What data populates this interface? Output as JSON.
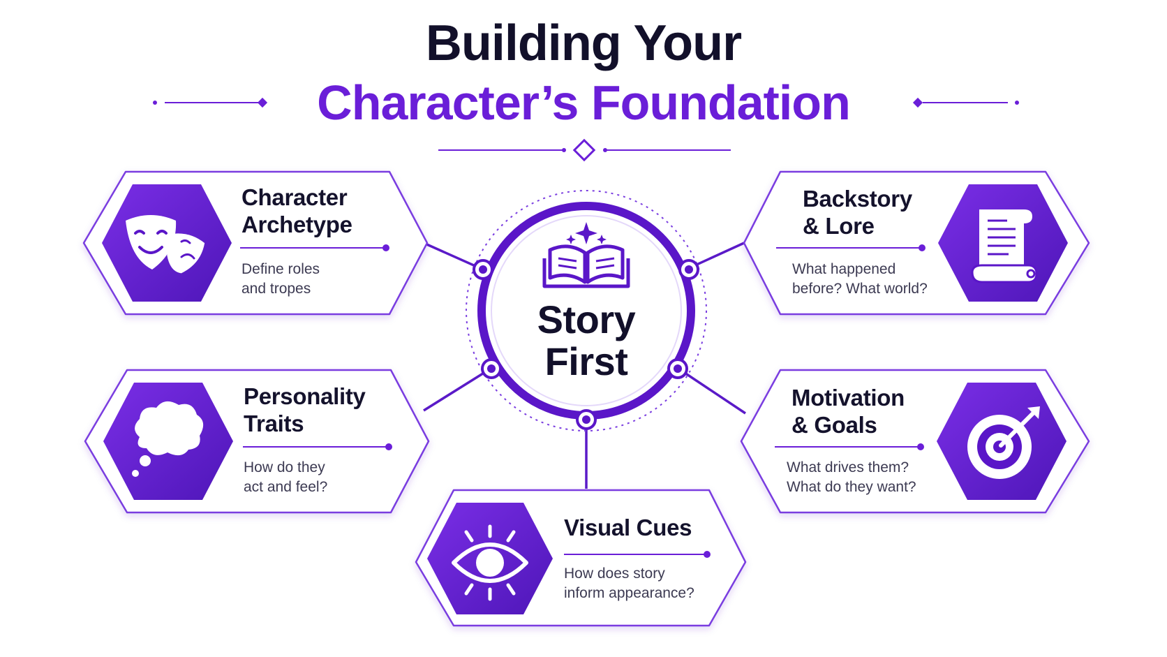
{
  "title": {
    "line1": "Building Your",
    "line2": "Character’s Foundation"
  },
  "center": {
    "line1": "Story",
    "line2": "First",
    "icon": "open-book-icon"
  },
  "cards": [
    {
      "id": "archetype",
      "title_line1": "Character",
      "title_line2": "Archetype",
      "desc_line1": "Define roles",
      "desc_line2": "and tropes",
      "icon": "theater-masks-icon"
    },
    {
      "id": "personality",
      "title_line1": "Personality",
      "title_line2": "Traits",
      "desc_line1": "How do they",
      "desc_line2": "act and feel?",
      "icon": "thought-bubble-icon"
    },
    {
      "id": "visual",
      "title_line1": "Visual Cues",
      "desc_line1": "How does story",
      "desc_line2": "inform appearance?",
      "icon": "eye-icon"
    },
    {
      "id": "backstory",
      "title_line1": "Backstory",
      "title_line2": "& Lore",
      "desc_line1": "What happened",
      "desc_line2": "before? What world?",
      "icon": "scroll-icon"
    },
    {
      "id": "motivation",
      "title_line1": "Motivation",
      "title_line2": "& Goals",
      "desc_line1": "What drives them?",
      "desc_line2": "What do they want?",
      "icon": "target-icon"
    }
  ],
  "colors": {
    "accent": "#6a1ed8",
    "accent_dark": "#4a14b0",
    "ink": "#12102a"
  }
}
